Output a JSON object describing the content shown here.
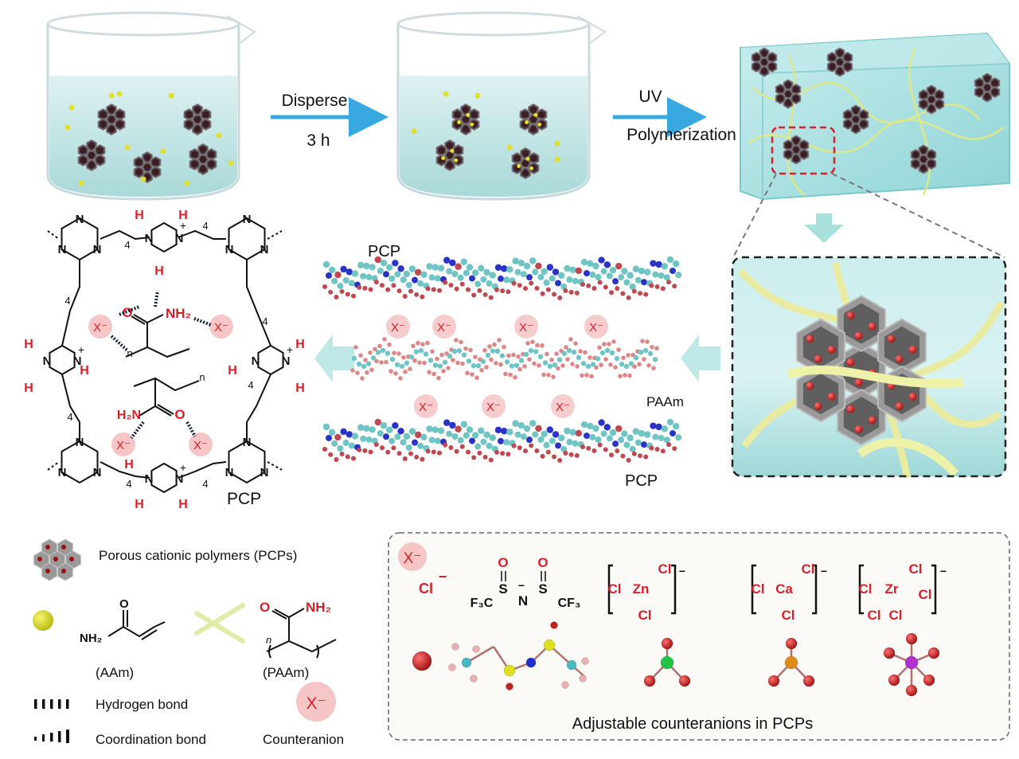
{
  "steps": {
    "disperse": {
      "label": "Disperse",
      "duration": "3 h"
    },
    "uv": {
      "label": "UV",
      "sublabel": "Polymerization"
    }
  },
  "molecular_view": {
    "pcp_top_label": "PCP",
    "pcp_bottom_label": "PCP",
    "paam_label": "PAAm",
    "counterion_label": "X⁻"
  },
  "structure": {
    "pcp_label": "PCP",
    "atoms": {
      "H": "H",
      "N": "N",
      "O": "O",
      "NH2": "NH₂",
      "H2N": "H₂N",
      "n": "n",
      "sub4": "4",
      "plus": "+",
      "X": "X⁻"
    }
  },
  "legend": {
    "pcp": "Porous cationic polymers (PCPs)",
    "aam": "(AAm)",
    "aam_nh2": "NH₂",
    "aam_o": "O",
    "paam": "(PAAm)",
    "paam_o": "O",
    "paam_nh2": "NH₂",
    "paam_n": "n",
    "hbond": "Hydrogen bond",
    "cbond": "Coordination bond",
    "counteranion_symbol": "X⁻",
    "counteranion": "Counteranion"
  },
  "counteranions": {
    "badge": "X⁻",
    "title": "Adjustable counteranions in PCPs",
    "items": [
      {
        "name": "chloride",
        "formula": "Cl⁻",
        "center_color": "#d42a2a"
      },
      {
        "name": "tfsi",
        "formula": "F₃C–S(=O)–N⁻–S(=O)–CF₃",
        "center_color": "#1f2fd0"
      },
      {
        "name": "zncl3",
        "formula": "[Cl–Zn(Cl)Cl]⁻",
        "center_color": "#22c244"
      },
      {
        "name": "cacl3",
        "formula": "[Cl–Ca(Cl)Cl]⁻",
        "center_color": "#e08a1a"
      },
      {
        "name": "zrcl5",
        "formula": "[Cl–Zr(Cl)₄]⁻",
        "center_color": "#b030d0"
      }
    ],
    "labels": {
      "cl": "Cl",
      "minus": "−",
      "o": "O",
      "s": "S",
      "n": "N",
      "f3c": "F₃C",
      "cf3": "CF₃",
      "zn": "Zn",
      "ca": "Ca",
      "zr": "Zr"
    }
  },
  "colors": {
    "arrow_blue": "#3aa8e0",
    "teal": "#a8e0dc",
    "accent_red": "#d8202a",
    "pink": "#f6c6c6"
  }
}
